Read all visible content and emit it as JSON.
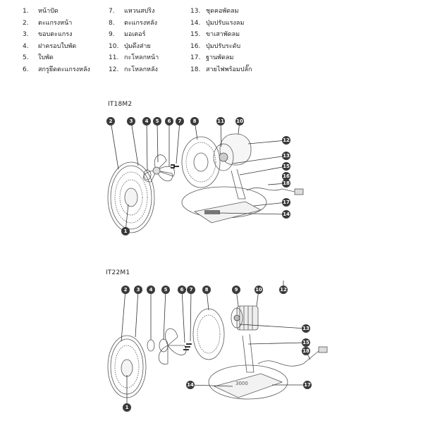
{
  "legend": [
    {
      "num": "1.",
      "label": "หน้าปัด"
    },
    {
      "num": "2.",
      "label": "ตะแกรงหน้า"
    },
    {
      "num": "3.",
      "label": "ขอบตะแกรง"
    },
    {
      "num": "4.",
      "label": "ฝาครอบใบพัด"
    },
    {
      "num": "5.",
      "label": "ใบพัด"
    },
    {
      "num": "6.",
      "label": "สกรูยึดตะแกรงหลัง"
    },
    {
      "num": "7.",
      "label": "แหวนสปริง"
    },
    {
      "num": "8.",
      "label": "ตะแกรงหลัง"
    },
    {
      "num": "9.",
      "label": "มอเตอร์"
    },
    {
      "num": "10.",
      "label": "ปุ่มดึงส่าย"
    },
    {
      "num": "11.",
      "label": "กะโหลกหน้า"
    },
    {
      "num": "12.",
      "label": "กะโหลกหลัง"
    },
    {
      "num": "13.",
      "label": "ชุดคอพัดลม"
    },
    {
      "num": "14.",
      "label": "ปุ่มปรับแรงลม"
    },
    {
      "num": "15.",
      "label": "ขาเสาพัดลม"
    },
    {
      "num": "16.",
      "label": "ปุ่มปรับระดับ"
    },
    {
      "num": "17.",
      "label": "ฐานพัดลม"
    },
    {
      "num": "18.",
      "label": "สายไฟพร้อมปลั๊ก"
    }
  ],
  "diagram1": {
    "model": "IT18M2",
    "callouts": [
      "2",
      "3",
      "4",
      "5",
      "6",
      "7",
      "8",
      "11",
      "10",
      "12",
      "13",
      "15",
      "16",
      "18",
      "17",
      "14",
      "1"
    ]
  },
  "diagram2": {
    "model": "IT22M1",
    "callouts": [
      "2",
      "3",
      "4",
      "5",
      "6",
      "7",
      "8",
      "9",
      "10",
      "12",
      "13",
      "15",
      "18",
      "14",
      "17",
      "1"
    ]
  },
  "base_label": "3000"
}
